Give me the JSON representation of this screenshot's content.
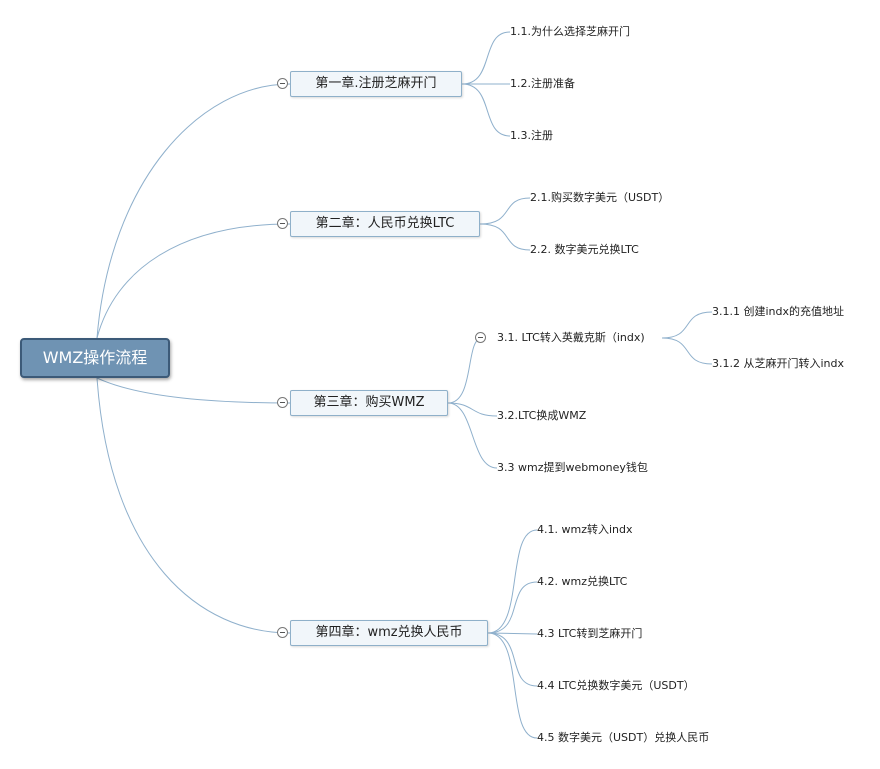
{
  "root": {
    "label": "WMZ操作流程"
  },
  "chapters": [
    {
      "label": "第一章.注册芝麻开门",
      "items": [
        {
          "label": "1.1.为什么选择芝麻开门"
        },
        {
          "label": "1.2.注册准备"
        },
        {
          "label": "1.3.注册"
        }
      ]
    },
    {
      "label": "第二章：人民币兑换LTC",
      "items": [
        {
          "label": "2.1.购买数字美元（USDT）"
        },
        {
          "label": "2.2. 数字美元兑换LTC"
        }
      ]
    },
    {
      "label": "第三章：购买WMZ",
      "items": [
        {
          "label": "3.1. LTC转入英戴克斯（indx)",
          "items": [
            {
              "label": "3.1.1 创建indx的充值地址"
            },
            {
              "label": "3.1.2 从芝麻开门转入indx"
            }
          ]
        },
        {
          "label": "3.2.LTC换成WMZ"
        },
        {
          "label": "3.3 wmz提到webmoney钱包"
        }
      ]
    },
    {
      "label": "第四章：wmz兑换人民币",
      "items": [
        {
          "label": "4.1. wmz转入indx"
        },
        {
          "label": "4.2. wmz兑换LTC"
        },
        {
          "label": "4.3 LTC转到芝麻开门"
        },
        {
          "label": "4.4 LTC兑换数字美元（USDT）"
        },
        {
          "label": "4.5 数字美元（USDT）兑换人民币"
        }
      ]
    }
  ]
}
